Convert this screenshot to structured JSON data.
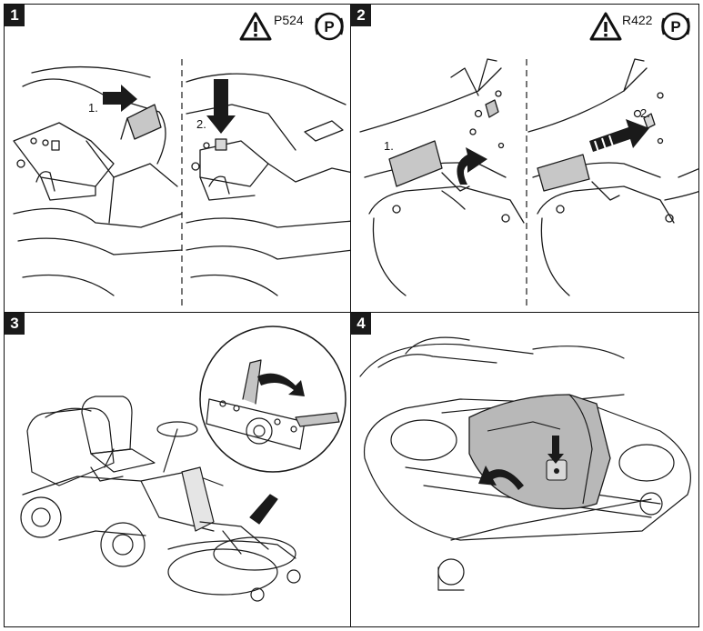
{
  "panels": [
    {
      "number": "1",
      "code": "P524",
      "step_labels": [
        "1.",
        "2."
      ]
    },
    {
      "number": "2",
      "code": "R422",
      "step_labels": [
        "1.",
        "2."
      ]
    },
    {
      "number": "3"
    },
    {
      "number": "4"
    }
  ],
  "icons": {
    "warning": "warning-triangle-icon",
    "parking": "parking-brake-icon"
  },
  "colors": {
    "line": "#1a1a1a",
    "accent_grey": "#b8b8b8",
    "panel_border": "#111111"
  }
}
